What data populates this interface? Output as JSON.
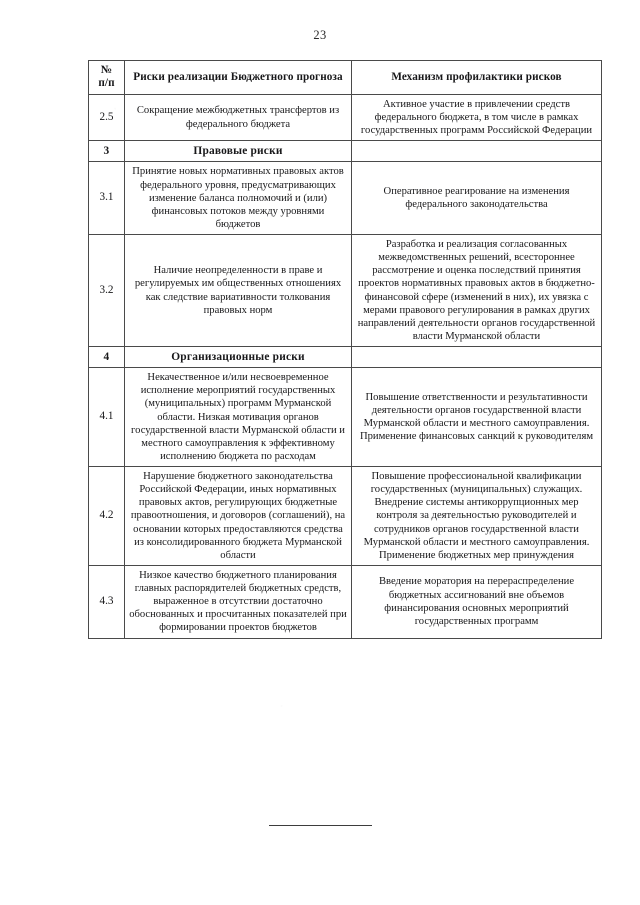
{
  "document": {
    "page_number": "23",
    "footer_separator": "horizontal-rule"
  },
  "table": {
    "headers": {
      "num": "№\nп/п",
      "num_line1": "№",
      "num_line2": "п/п",
      "risks": "Риски реализации Бюджетного прогноза",
      "mechanism": "Механизм профилактики рисков"
    },
    "rows": [
      {
        "type": "data",
        "num": "2.5",
        "risk": "Сокращение межбюджетных трансфертов из федерального бюджета",
        "mechanism": "Активное участие в привлечении средств федерального бюджета, в том числе в рамках государственных программ Российской Федерации"
      },
      {
        "type": "section",
        "num": "3",
        "risk": "Правовые риски",
        "mechanism": ""
      },
      {
        "type": "data",
        "num": "3.1",
        "risk": "Принятие новых нормативных правовых актов федерального уровня, предусматривающих изменение баланса полномочий и (или) финансовых потоков между уровнями бюджетов",
        "mechanism": "Оперативное реагирование на изменения федерального законодательства"
      },
      {
        "type": "data",
        "num": "3.2",
        "risk": "Наличие неопределенности в праве и регулируемых им общественных отношениях как следствие вариативности толкования правовых норм",
        "mechanism": "Разработка и реализация согласованных межведомственных решений, всестороннее рассмотрение и оценка последствий принятия проектов нормативных правовых актов в бюджетно-финансовой сфере (изменений в них), их увязка с мерами правового регулирования в рамках других направлений деятельности органов государственной власти Мурманской области"
      },
      {
        "type": "section",
        "num": "4",
        "risk": "Организационные риски",
        "mechanism": ""
      },
      {
        "type": "data",
        "num": "4.1",
        "risk": "Некачественное и/или несвоевременное исполнение мероприятий государственных (муниципальных) программ Мурманской области. Низкая мотивация органов государственной власти Мурманской области и местного самоуправления к эффективному исполнению бюджета по расходам",
        "mechanism": "Повышение ответственности и результативности деятельности органов государственной власти Мурманской области и местного самоуправления. Применение финансовых санкций к руководителям"
      },
      {
        "type": "data",
        "num": "4.2",
        "risk": "Нарушение бюджетного законодательства Российской Федерации, иных нормативных правовых актов, регулирующих бюджетные правоотношения, и договоров (соглашений), на основании которых предоставляются средства из консолидированного бюджета Мурманской области",
        "mechanism": "Повышение профессиональной квалификации государственных (муниципальных) служащих. Внедрение системы антикоррупционных мер контроля за деятельностью руководителей и сотрудников органов государственной власти Мурманской области и местного самоуправления. Применение бюджетных мер принуждения"
      },
      {
        "type": "data",
        "num": "4.3",
        "risk": "Низкое качество бюджетного планирования главных распорядителей бюджетных средств, выраженное в отсутствии достаточно обоснованных и просчитанных показателей при формировании проектов бюджетов",
        "mechanism": "Введение моратория на перераспределение бюджетных ассигнований вне объемов финансирования основных мероприятий государственных программ"
      }
    ]
  },
  "colors": {
    "text": "#18181a",
    "border": "#4a4a4a",
    "page_background": "#ffffff"
  }
}
